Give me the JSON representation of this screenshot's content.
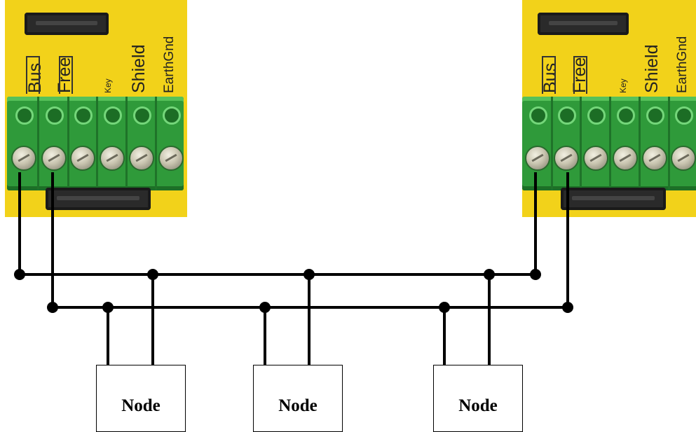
{
  "terminals": {
    "labels": [
      "Bus",
      "Free",
      "Key",
      "Shield",
      "EarthGnd"
    ]
  },
  "nodes": [
    {
      "label": "Node"
    },
    {
      "label": "Node"
    },
    {
      "label": "Node"
    }
  ],
  "colors": {
    "module": "#f2d21a",
    "connector": "#2f9a3a",
    "wire": "#000000"
  }
}
